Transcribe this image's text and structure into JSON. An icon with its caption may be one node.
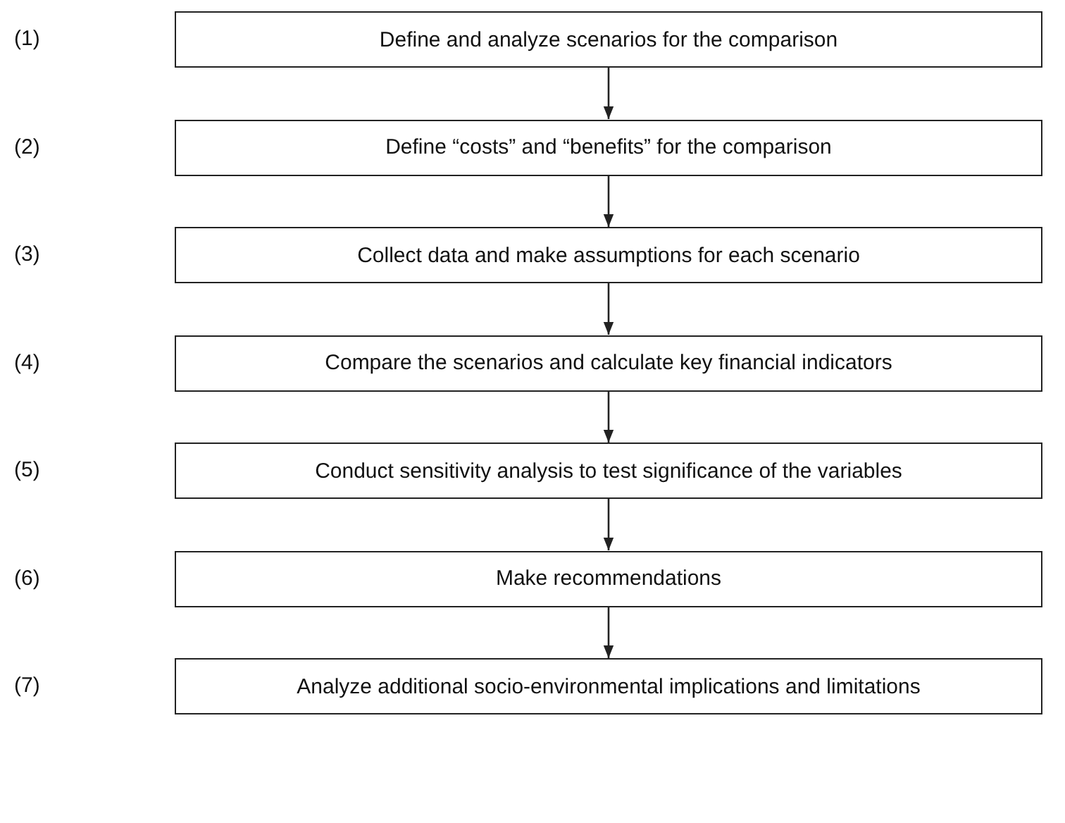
{
  "diagram": {
    "nodes": [
      {
        "text": [
          "Define and analyze scenarios for the comparison"
        ]
      },
      {
        "text": [
          "Define “costs” and “benefits” for the comparison"
        ]
      },
      {
        "text": [
          "Collect data and make assumptions for each scenario"
        ]
      },
      {
        "text": [
          "Compare the scenarios and calculate key financial indicators"
        ]
      },
      {
        "text": [
          "Conduct sensitivity analysis to test significance of the variables"
        ]
      },
      {
        "text": [
          "Make recommendations"
        ]
      },
      {
        "text": [
          "Analyze additional socio-environmental implications and limitations"
        ]
      }
    ],
    "edges": [
      {
        "from": 0,
        "to": 1,
        "arrow": "to"
      },
      {
        "from": 1,
        "to": 2,
        "arrow": "to"
      },
      {
        "from": 2,
        "to": 3,
        "arrow": "to"
      },
      {
        "from": 3,
        "to": 4,
        "arrow": "to"
      },
      {
        "from": 4,
        "to": 5,
        "arrow": "to"
      },
      {
        "from": 5,
        "to": 6,
        "arrow": "to"
      }
    ],
    "labels": [
      "(1)",
      "(2)",
      "(3)",
      "(4)",
      "(5)",
      "(6)",
      "(7)"
    ]
  }
}
